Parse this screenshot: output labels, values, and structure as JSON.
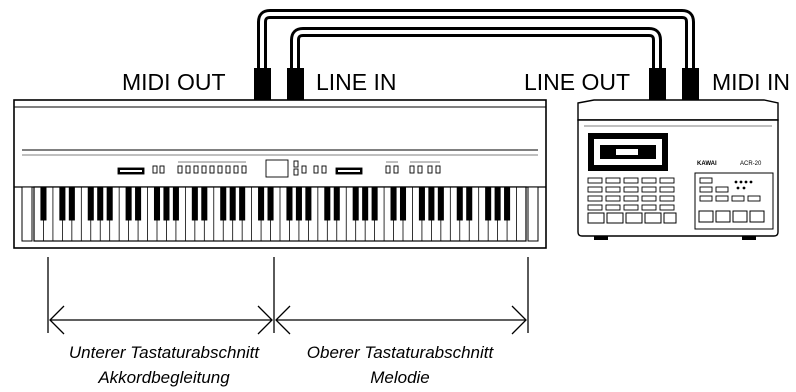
{
  "connections": {
    "piano_out_label": "MIDI OUT",
    "piano_in_label": "LINE IN",
    "recorder_out_label": "LINE OUT",
    "recorder_in_label": "MIDI IN"
  },
  "recorder": {
    "brand": "KAWAI",
    "model": "ACR-20"
  },
  "sections": {
    "lower": [
      "Unterer Tastaturabschnitt",
      "Akkordbegleitung"
    ],
    "upper": [
      "Oberer Tastaturabschnitt",
      "Melodie"
    ]
  },
  "keyboard": {
    "white_keys": 52
  }
}
